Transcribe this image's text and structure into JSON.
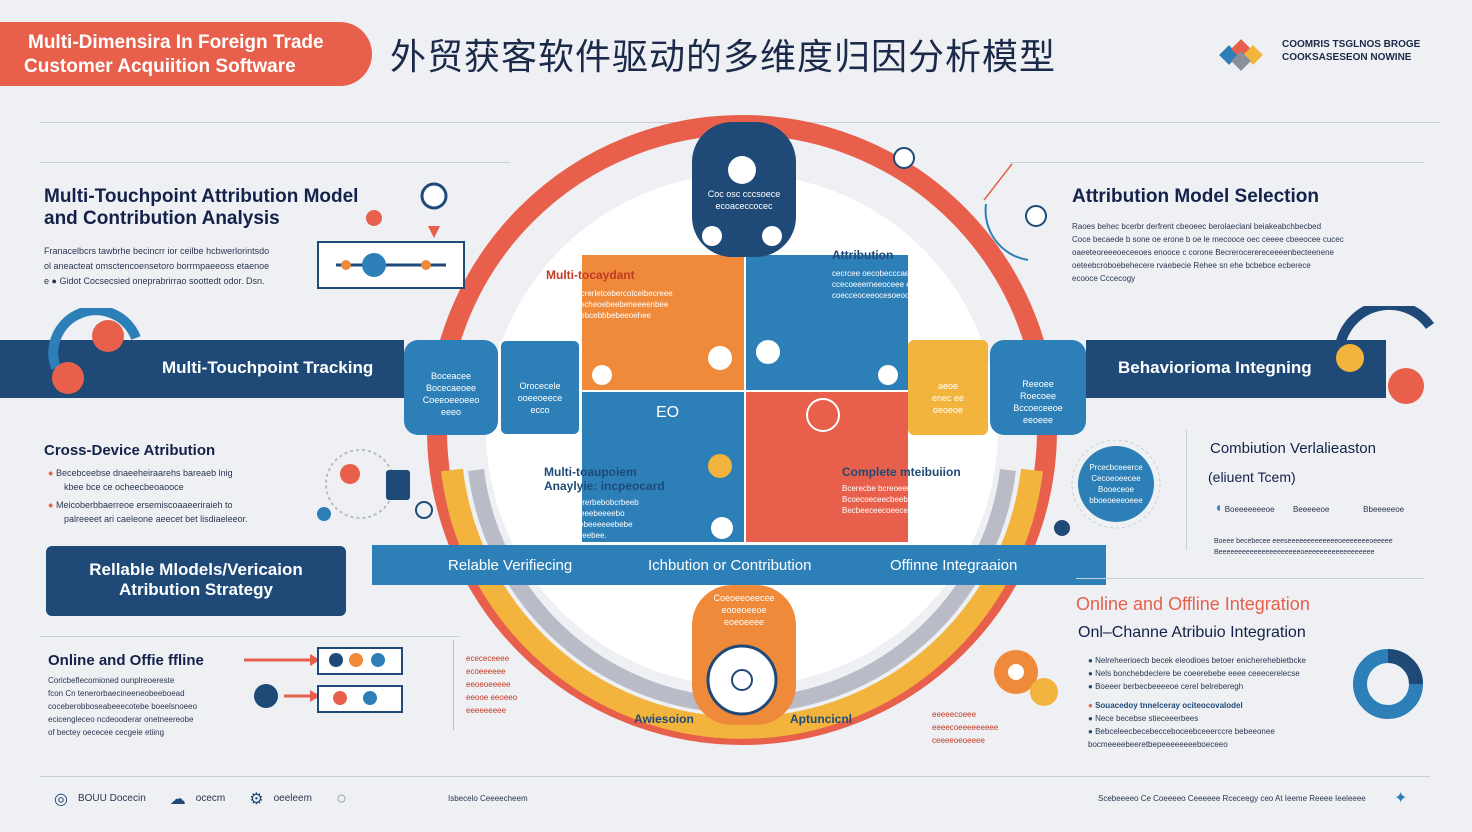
{
  "header": {
    "tab_line1": "Multi-Dimensira In Foreign Trade",
    "tab_line2": "Customer Acquiition Software",
    "cn_title": "外贸获客软件驱动的多维度归因分析模型",
    "brand_line1": "COOMRIS TSGLNOS BROGE",
    "brand_line2": "COOKSASESEON NOWINE"
  },
  "left": {
    "section1_title_line1": "Multi-Touchpoint Attribution Model",
    "section1_title_line2": "and Contribution Analysis",
    "section1_text1": "Franacelbcrs tawbrhe becincrr ior ceilbe hcbwerlorintsdo",
    "section1_text2": "ol aneacteat omsctencoensetoro borrmpaeeoss etaenoe",
    "section1_text3": "e ● Gidot Cocsecsied oneprabrirrao soottedt odor. Dsn.",
    "band_left": "Multi-Touchpoint Tracking",
    "cross_title": "Cross-Device Atribution",
    "cross_b1_line1": "Becebceebse dnaeeheiraarehs bareaeb lnig",
    "cross_b1_line2": "kbee bce ce ocheecbeoaooce",
    "cross_b2_line1": "Meicoberbbaerreoe ersemiscoaaeeriraieh to",
    "cross_b2_line2": "palreeeet ari caeleone aeecet bet lisdiaeleeor.",
    "reliable_line1": "Rellable Mlodels/Vericaion",
    "reliable_line2": "Atribution Strategy",
    "online_title": "Online and Offie ffline",
    "online_text1": "Coricbeflecomioned ounplreoereste",
    "online_text2": "fcon Cn tenerorbaecineeneobeeboead",
    "online_text3": "coceberobboseabeeecotebe boeelsnoeeo",
    "online_text4": "ecicengleceo ncdeooderar onetneereobe",
    "online_text5": "of bectey oececee cecgeie etiing"
  },
  "center": {
    "top_card_line1": "Coc osc cccsoece",
    "top_card_line2": "ecoaceccocec",
    "q1_title": "Multi-tocaydant",
    "q1_text1": "Bcrerbe bcrerletcebercotcelbecreee",
    "q1_text2": "Bacrceebecheoebeebeneeeenbee",
    "q1_text3": "Bebecreeebcebbbebeeoehee",
    "q2_title": "Attribution",
    "q2_text1": "cecrcee oecobecccaesceceeo",
    "q2_text2": "ccecoeeerneeoceee ecoee",
    "q2_text3": "coecceoceeocesoeoocooeoe.",
    "center_label": "EO",
    "q3_title_line1": "Multi-toaupoiem",
    "q3_title_line2": "Anaylyie: incpeocard",
    "q3_text1": "Beeeceecrrerbebobcrbeeb",
    "q3_text2": "Beeeobeceeebeeeebo",
    "q3_text3": "beecebeeebeeeeeebebe",
    "q3_text4": "ueberbet beebee.",
    "q4_title": "Complete mteibuiion",
    "q4_text1": "Bcerecbe bcreoeeuebe ooceeeee",
    "q4_text2": "Bcoecoeceecbeebccecebeeeeeoeb",
    "q4_text3": "Becbeeceecoeeceeoeeocerecebee",
    "left_card1_line1": "Boceacee",
    "left_card1_line2": "Bocecaeoee",
    "left_card1_line3": "Coeeoeeoeeo",
    "left_card1_line4": "eeeo",
    "left_card2_line1": "Orocecele",
    "left_card2_line2": "ooeeoeece",
    "left_card2_line3": "ecco",
    "right_card1_line1": "aeoe",
    "right_card1_line2": "enec ee",
    "right_card1_line3": "oeoeoe",
    "right_card2_line1": "Reeoee",
    "right_card2_line2": "Roecoee",
    "right_card2_line3": "Bccoeceeoe",
    "right_card2_line4": "eeoeee",
    "strip_1": "Relable Verifiecing",
    "strip_2": "Ichbution or Contribution",
    "strip_3": "Offinne Integraaion",
    "bottom_card_line1": "Coeoeeoeecee",
    "bottom_card_line2": "eooeoeeoe",
    "bottom_card_line3": "eoeoeeee",
    "arc_label_left": "Awiesoion",
    "arc_label_right": "Aptuncicnl",
    "bottom_left_text1": "ecececeeee",
    "bottom_left_text2": "ecoeeeeee",
    "bottom_left_text3": "eeoeoeeeee",
    "bottom_left_text4": "eeooe eeoeeo",
    "bottom_left_text5": "eeeeeeeee",
    "bottom_right_text1": "eeeeecoeee",
    "bottom_right_text2": "eeeecoeeeeeeeee",
    "bottom_right_text3": "ceeeeoeoeeee"
  },
  "right": {
    "section1_title": "Attribution Model Selection",
    "section1_text1": "Raoes behec bcerbr derfrent cbeoeec berolaeclanl beiakeabchbecbed",
    "section1_text2": "Coce becaede b sone oe erone b oe le mecooce oec  ceeee cbeeocee  cucec",
    "section1_text3": "oaeeteoreeeoeceeoes enooce c corone Becrerocerereceeeenbecteenene",
    "section1_text4": "oeteebcroboebehecere rvaebecie  Rehee  sn  ehe  bcbebce  ecberece",
    "section1_text5": "ecooce Cccecogy",
    "band_right": "Behaviorioma Integning",
    "comb_title": "Combiution Verlalieaston",
    "comb_sub": "(eliuent Tcem)",
    "comb_col1": "Boeeeeeeeoe",
    "comb_col2": "Beeeeeoe",
    "comb_col3": "Bbeeeeeoe",
    "comb_row2": "Boeee becebecee eeeseeeeeeeeeeeeeoeeeeeeeoeeeee",
    "comb_row3": "Beeeeeeeeeeeeeeeeeeeeeoeeeeeeeeeeeeeeeeee",
    "bubble_line1": "Prcecbceeerce",
    "bubble_line2": "Cecoeoeecee",
    "bubble_line3": "Booeceoe",
    "bubble_line4": "bboeoeeeoeee",
    "online_title": "Online and Offline Integration",
    "online_sub": "Onl–Channe Atribuio Integration",
    "ob1": "Nelreheerioecb becek eleodioes betoer  enicherehebietbcke",
    "ob2": "Nels bonchebdeclere be coeerebebe eeee ceeecerelecse",
    "ob3": "Boeeer berbecbeeeeoe cerel belreberegh",
    "ob4": "Souacedoy  tnnelceray  ociteocovalodel",
    "ob5": "Nece becebse  stieceeerbees",
    "ob6": "Bebceleecbecebecceboceebceeerccre bebeeonee  bocmeeeebeeretbepeeeeeeeeboeceeo"
  },
  "footer": {
    "item1": "BOUU Docecin",
    "item2": "ocecm",
    "item3": "oeeleem",
    "item4": "Isbecelo Ceeeecheem",
    "item5": "Scebeeeeo  Ce  Coeeeeo  Ceeeeee  Rceceegy  ceo  At  Ieeme  Reeee  Ieeleeee"
  },
  "colors": {
    "coral": "#e8604c",
    "navy": "#1f4a78",
    "blue": "#2d7fb8",
    "orange": "#ef8a3a",
    "yellow": "#f2b43c",
    "grey": "#b9bcc6"
  }
}
